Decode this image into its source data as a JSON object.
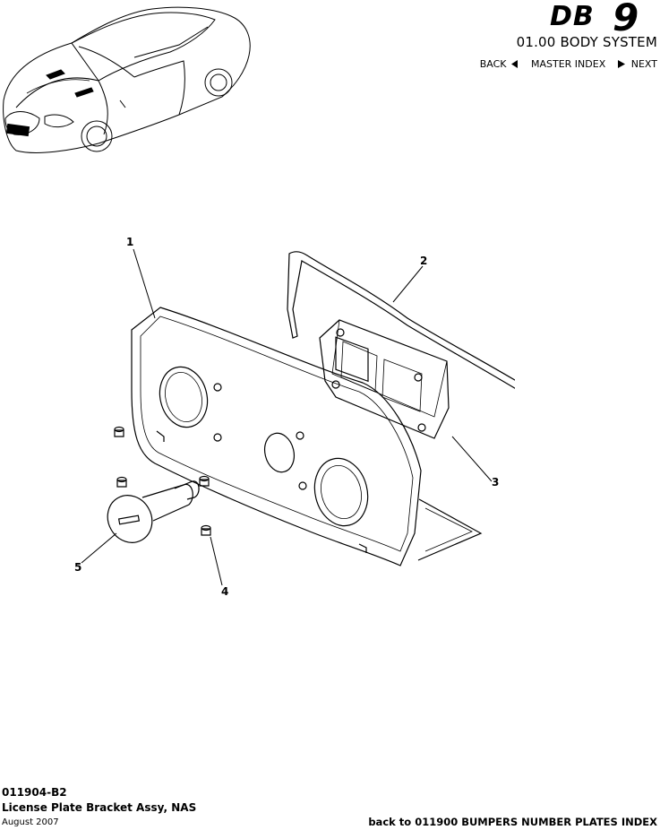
{
  "header": {
    "logo_text": "DB9",
    "system_title": "01.00 BODY SYSTEM",
    "nav": {
      "back_label": "BACK",
      "master_index_label": "MASTER INDEX",
      "next_label": "NEXT"
    }
  },
  "diagram": {
    "callouts": [
      "1",
      "2",
      "3",
      "4",
      "5"
    ]
  },
  "footer": {
    "code": "011904-B2",
    "title": "License Plate Bracket Assy, NAS",
    "date": "August 2007",
    "back_link": "back to 011900 BUMPERS NUMBER PLATES INDEX"
  }
}
